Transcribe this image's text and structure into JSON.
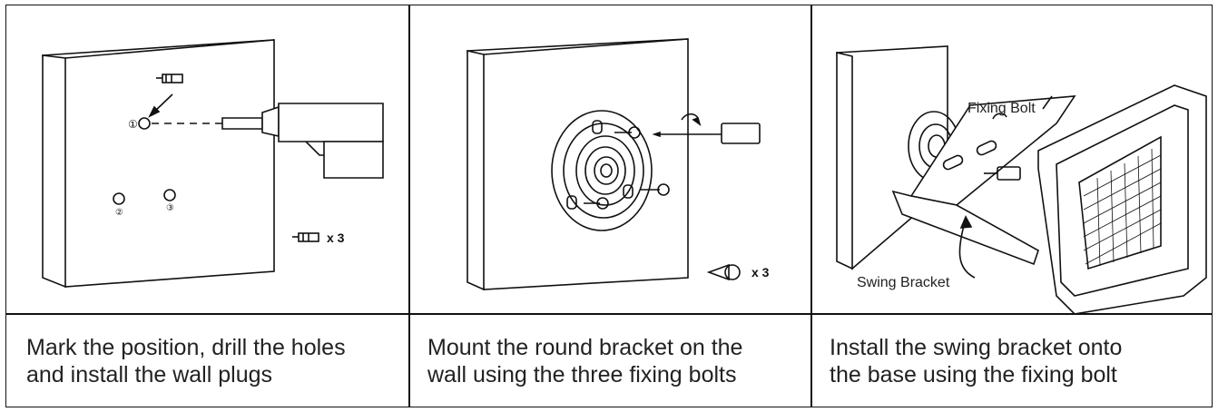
{
  "steps": [
    {
      "quantity_label": "x 3",
      "hole_marks": [
        "①",
        "②",
        "③"
      ],
      "caption_line1": "Mark the position, drill the holes",
      "caption_line2": "and install the wall plugs"
    },
    {
      "quantity_label": "x 3",
      "caption_line1": "Mount the round bracket on the",
      "caption_line2": "wall using the three fixing bolts"
    },
    {
      "callout_fixing_bolt": "Fixing Bolt",
      "callout_swing_bracket": "Swing Bracket",
      "caption_line1": "Install the swing bracket onto",
      "caption_line2": "the base using the fixing bolt"
    }
  ]
}
